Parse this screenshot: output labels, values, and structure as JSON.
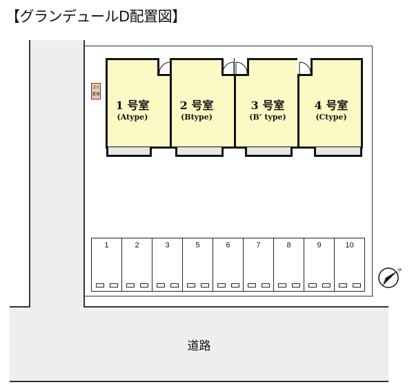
{
  "title": "【グランデュールD配置図】",
  "road": {
    "label": "道路"
  },
  "garbage": {
    "line1": "ゴミ",
    "line2": "置場"
  },
  "units": [
    {
      "name": "1 号室",
      "type": "(Atype)"
    },
    {
      "name": "2 号室",
      "type": "(Btype)"
    },
    {
      "name": "3 号室",
      "type": "(B’ type)"
    },
    {
      "name": "4 号室",
      "type": "(Ctype)"
    }
  ],
  "parking": {
    "spaces": [
      "1",
      "2",
      "3",
      "5",
      "6",
      "7",
      "8",
      "9",
      "10"
    ]
  },
  "compass": {
    "label": "N",
    "direction": "north-east"
  },
  "colors": {
    "unit_fill": "#fdf9c4",
    "road_fill": "#eeeeee",
    "garbage_fill": "#e8c9b3",
    "outline": "#111111"
  }
}
